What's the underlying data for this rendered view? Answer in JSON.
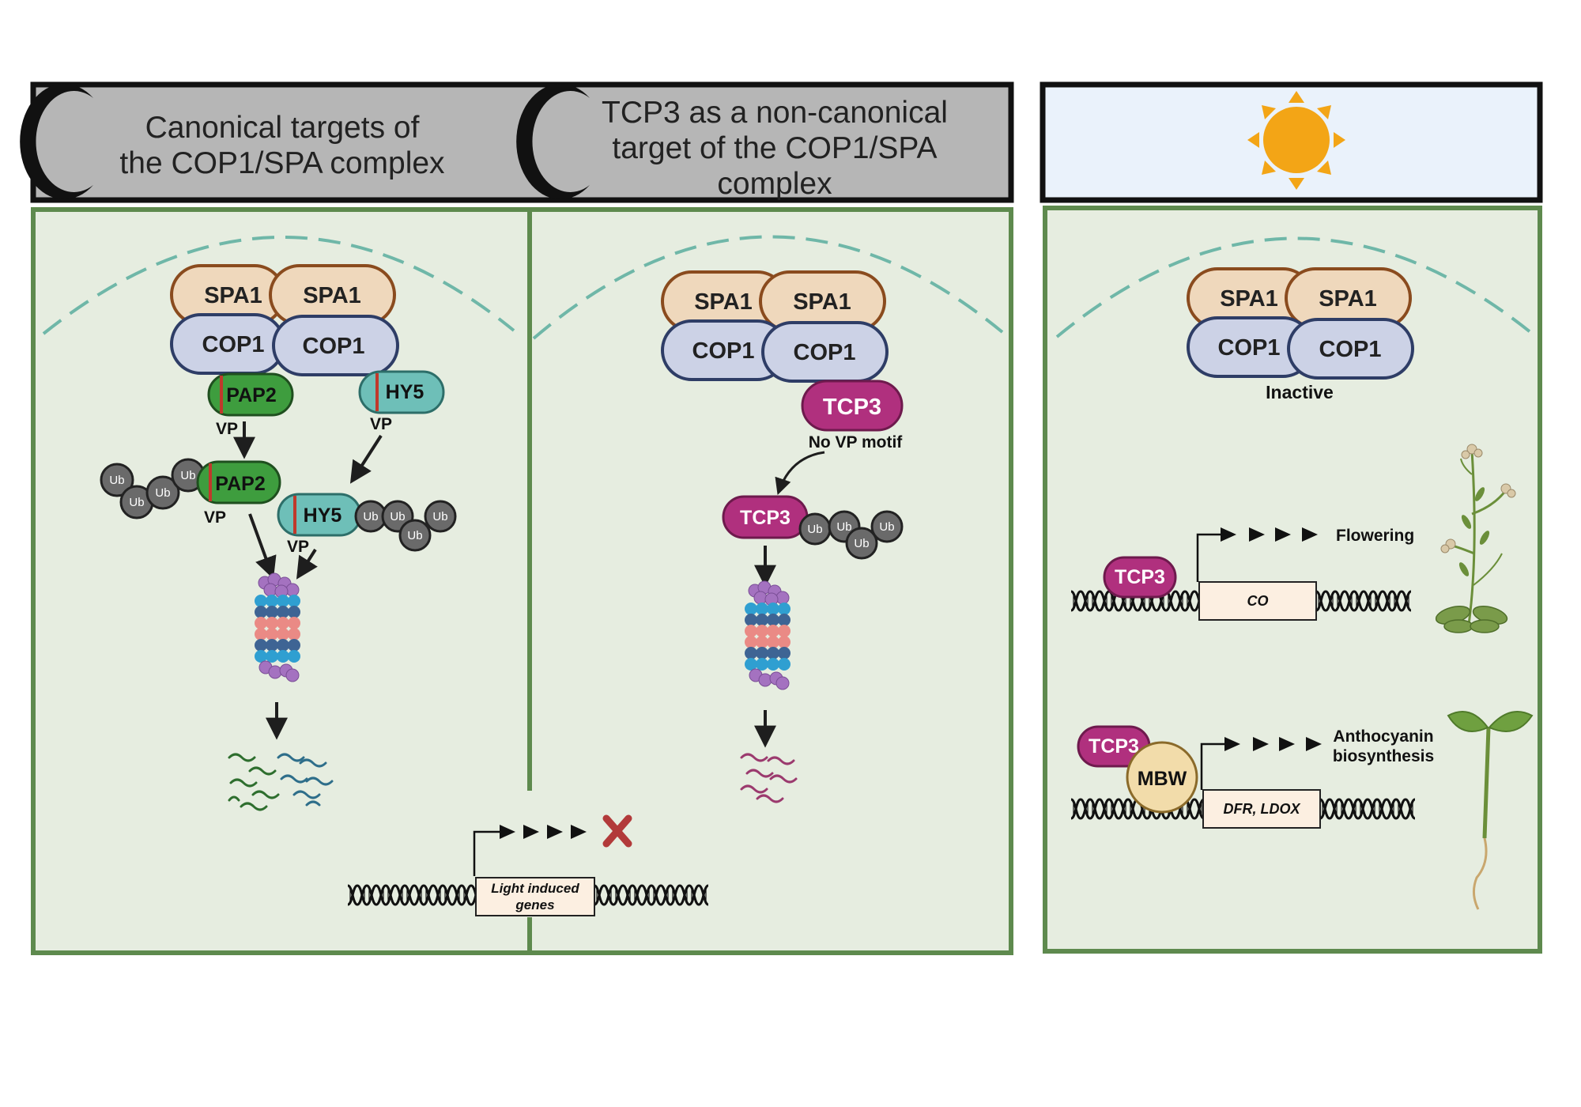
{
  "headers": {
    "canonical": [
      "Canonical targets of",
      "the COP1/SPA complex"
    ],
    "noncanonical": [
      "TCP3 as a non-canonical",
      "target of the COP1/SPA",
      "complex"
    ]
  },
  "labels": {
    "spa1": "SPA1",
    "cop1": "COP1",
    "pap2": "PAP2",
    "hy5": "HY5",
    "vp": "VP",
    "ub": "Ub",
    "tcp3": "TCP3",
    "no_vp_motif": "No VP motif",
    "inactive": "Inactive",
    "flowering": "Flowering",
    "co": "CO",
    "mbw": "MBW",
    "anthocyanin": [
      "Anthocyanin",
      "biosynthesis"
    ],
    "dfr_ldox": "DFR, LDOX",
    "light_induced_genes": [
      "Light induced",
      "genes"
    ]
  },
  "icons": {
    "night": "crescent-moon-icon",
    "day": "sun-icon",
    "proteasome": "proteasome-icon",
    "peptides": "peptide-fragments-icon",
    "block": "red-x-icon",
    "plant_flowering": "arabidopsis-plant-icon",
    "plant_seedling": "seedling-icon"
  },
  "colors": {
    "panel_bg": "#e6ede0",
    "panel_border": "#5e8a4e",
    "header_dark": "#b6b6b6",
    "header_day": "#eaf2fb",
    "spa1": "#efd8bc",
    "spa1_border": "#8a4b1e",
    "cop1": "#ccd2e6",
    "cop1_border": "#2e3d66",
    "pap2": "#3e9d3e",
    "hy5": "#6ebfb8",
    "tcp3": "#b0307e",
    "ub": "#6a6a6a",
    "mbw": "#f2dcaa",
    "sun": "#f3a516",
    "cross": "#b23a3a"
  }
}
